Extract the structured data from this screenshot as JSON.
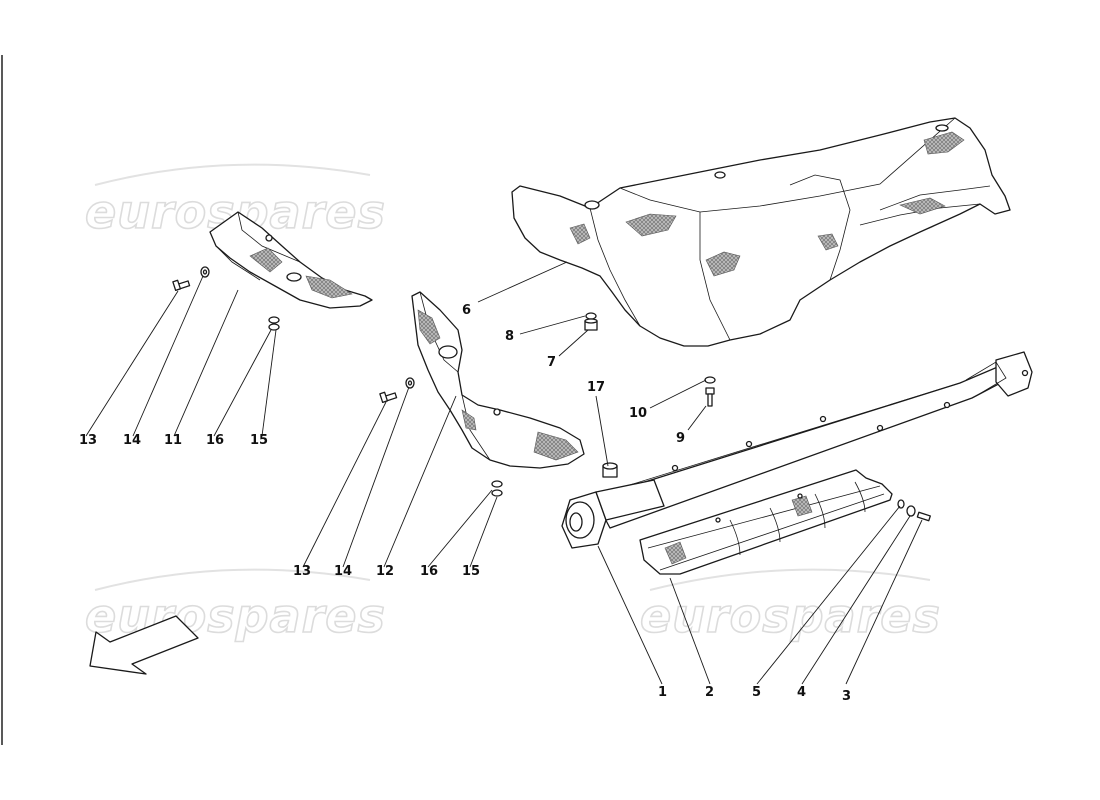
{
  "watermark": {
    "text": "eurospares"
  },
  "callouts": [
    {
      "id": "c13a",
      "label": "13"
    },
    {
      "id": "c14a",
      "label": "14"
    },
    {
      "id": "c11",
      "label": "11"
    },
    {
      "id": "c16a",
      "label": "16"
    },
    {
      "id": "c15a",
      "label": "15"
    },
    {
      "id": "c13b",
      "label": "13"
    },
    {
      "id": "c14b",
      "label": "14"
    },
    {
      "id": "c12",
      "label": "12"
    },
    {
      "id": "c16b",
      "label": "16"
    },
    {
      "id": "c15b",
      "label": "15"
    },
    {
      "id": "c6",
      "label": "6"
    },
    {
      "id": "c8",
      "label": "8"
    },
    {
      "id": "c7",
      "label": "7"
    },
    {
      "id": "c17",
      "label": "17"
    },
    {
      "id": "c10",
      "label": "10"
    },
    {
      "id": "c9",
      "label": "9"
    },
    {
      "id": "c1",
      "label": "1"
    },
    {
      "id": "c2",
      "label": "2"
    },
    {
      "id": "c5",
      "label": "5"
    },
    {
      "id": "c4",
      "label": "4"
    },
    {
      "id": "c3",
      "label": "3"
    }
  ]
}
